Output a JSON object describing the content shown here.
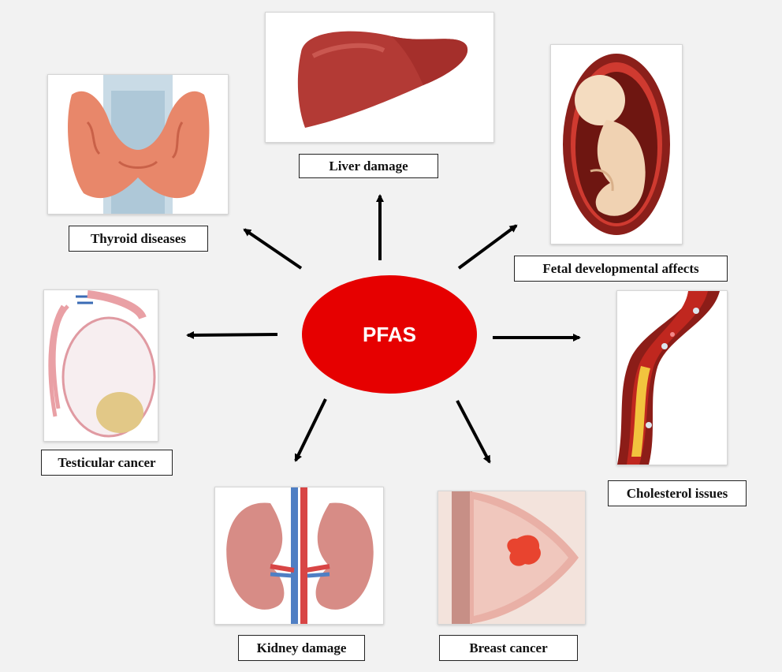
{
  "center": {
    "label": "PFAS",
    "color": "#e60000"
  },
  "arrow_color": "#000000",
  "nodes": [
    {
      "label": "Liver damage",
      "icon": "liver-icon"
    },
    {
      "label": "Thyroid diseases",
      "icon": "thyroid-icon"
    },
    {
      "label": "Fetal developmental affects",
      "icon": "fetus-icon"
    },
    {
      "label": "Testicular cancer",
      "icon": "testis-icon"
    },
    {
      "label": "Cholesterol issues",
      "icon": "artery-icon"
    },
    {
      "label": "Kidney damage",
      "icon": "kidney-icon"
    },
    {
      "label": "Breast cancer",
      "icon": "breast-icon"
    }
  ]
}
